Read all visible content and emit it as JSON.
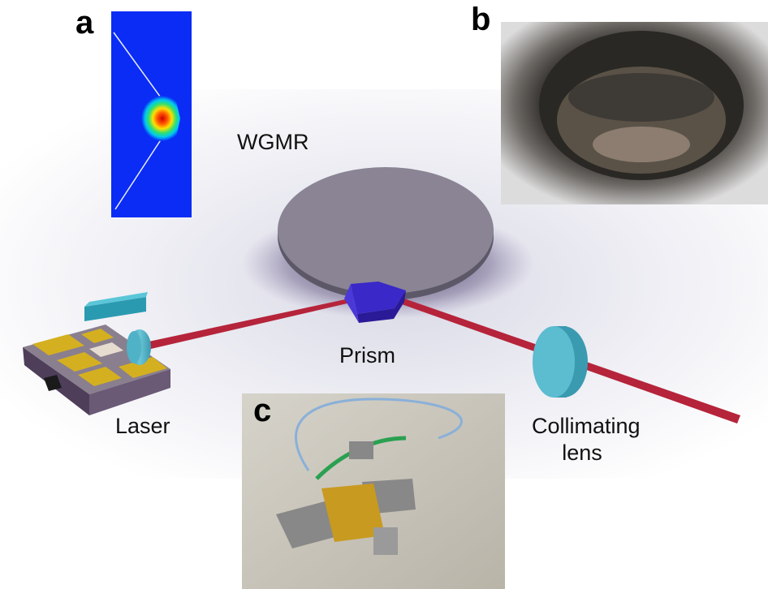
{
  "panels": {
    "a": "a",
    "b": "b",
    "c": "c"
  },
  "labels": {
    "wgmr": "WGMR",
    "prism": "Prism",
    "laser": "Laser",
    "collimating_line1": "Collimating",
    "collimating_line2": "lens"
  },
  "colors": {
    "resonator": "#8a8494",
    "prism": "#2f20b0",
    "beam": "#b5243a",
    "lens": "#4aa6bc",
    "mode_background": "#0a2cf5"
  }
}
